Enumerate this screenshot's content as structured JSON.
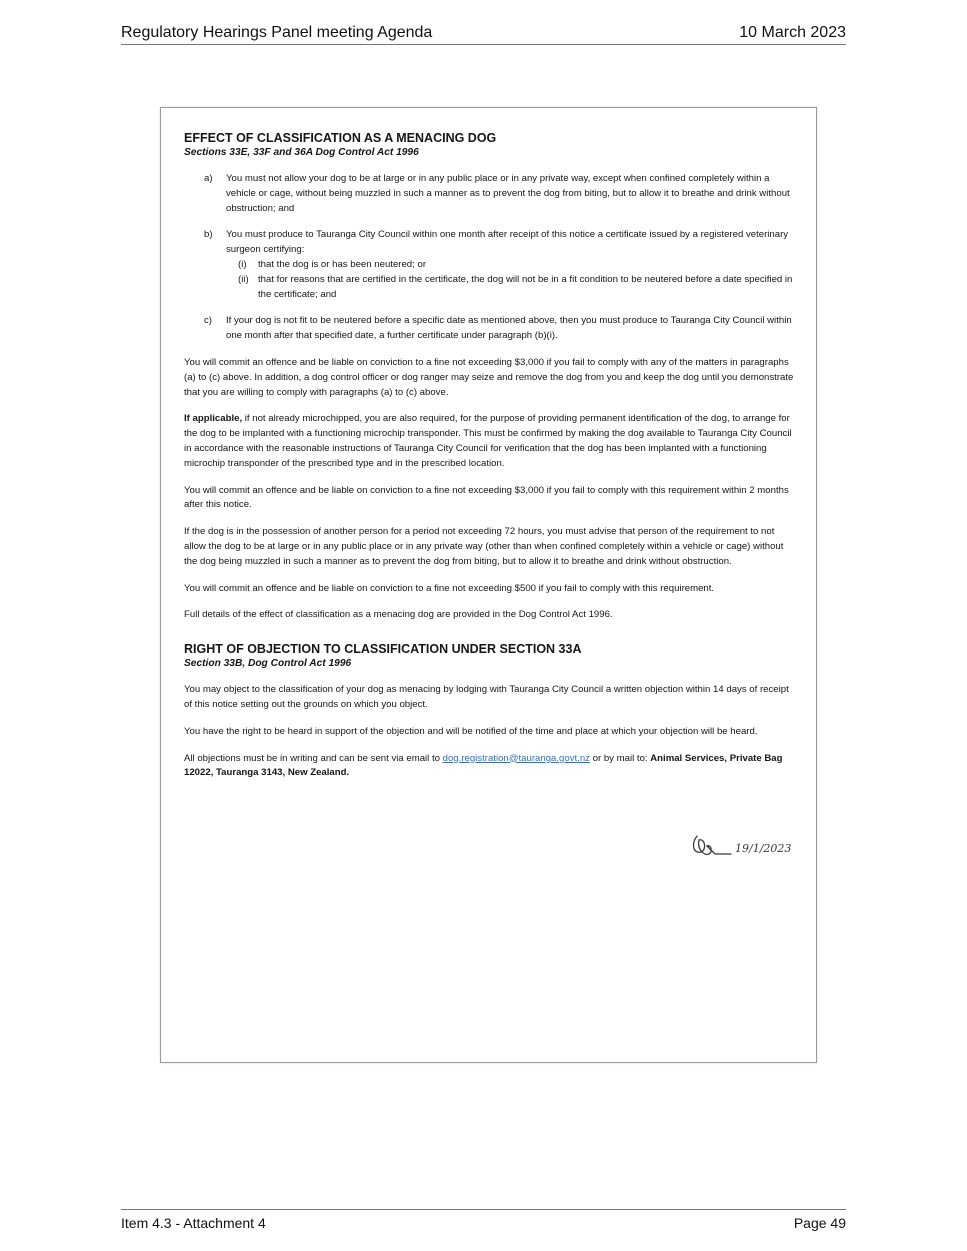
{
  "header": {
    "title": "Regulatory Hearings Panel meeting Agenda",
    "date": "10 March 2023"
  },
  "footer": {
    "item": "Item 4.3 - Attachment 4",
    "page": "Page 49"
  },
  "doc": {
    "section1": {
      "title": "EFFECT OF CLASSIFICATION AS A MENACING DOG",
      "subtitle": "Sections 33E, 33F and 36A Dog Control Act 1996",
      "items": [
        {
          "marker": "a)",
          "text": "You must not allow your dog to be at large or in any public place or in any private way, except when confined completely within a vehicle or cage, without being muzzled in such a manner as to prevent the dog from biting, but to allow it to breathe and drink without obstruction; and"
        },
        {
          "marker": "b)",
          "text": "You must produce to Tauranga City Council within one month after receipt of this notice a certificate issued by a registered veterinary surgeon certifying:"
        },
        {
          "marker": "c)",
          "text": "If your dog is not fit to be neutered before a specific date as mentioned above, then you must produce to Tauranga City Council within one month after that specified date, a further certificate under paragraph (b)(i)."
        }
      ],
      "subitems": [
        {
          "marker": "(i)",
          "text": "that the dog is or has been neutered; or"
        },
        {
          "marker": "(ii)",
          "text": "that for reasons that are certified in the certificate, the dog will not be in a fit condition to be neutered before a date specified in the certificate; and"
        }
      ],
      "p1": "You will commit an offence and be liable on conviction to a fine not exceeding $3,000 if you fail to comply with any of the matters in paragraphs (a) to (c) above. In addition, a dog control officer or dog ranger may seize and remove the dog from you and keep the dog until you demonstrate that you are willing to comply with paragraphs (a) to (c) above.",
      "p2_bold": "If applicable,",
      "p2": " if not already microchipped, you are also required, for the purpose of providing permanent identification of the dog, to arrange for the dog to be implanted with a functioning microchip transponder. This must be confirmed by making the dog available to Tauranga City Council in accordance with the reasonable instructions of Tauranga City Council for verification that the dog has been implanted with a functioning microchip transponder of the prescribed type and in the prescribed location.",
      "p3": "You will commit an offence and be liable on conviction to a fine not exceeding $3,000 if you fail to comply with this requirement within 2 months after this notice.",
      "p4": "If the dog is in the possession of another person for a period not exceeding 72 hours, you must advise that person of the requirement to not allow the dog to be at large or in any public place or in any private way (other than when confined completely within a vehicle or cage) without the dog being muzzled in such a manner as to prevent the dog from biting, but to allow it to breathe and drink without obstruction.",
      "p5": "You will commit an offence and be liable on conviction to a fine not exceeding $500 if you fail to comply with this requirement.",
      "p6": "Full details of the effect of classification as a menacing dog are provided in the Dog Control Act 1996."
    },
    "section2": {
      "title": "RIGHT OF OBJECTION TO CLASSIFICATION UNDER SECTION 33A",
      "subtitle": "Section 33B, Dog Control Act 1996",
      "p1": "You may object to the classification of your dog as menacing by lodging with Tauranga City Council a written objection within 14 days of receipt of this notice setting out the grounds on which you object.",
      "p2": "You have the right to be heard in support of the objection and will be notified of the time and place at which your objection will be heard.",
      "p3_pre": "All objections must be in writing and can be sent via email to ",
      "email": "dog.registration@tauranga.govt.nz",
      "p3_mid": " or by mail to: ",
      "address": "Animal Services, Private Bag 12022, Tauranga 3143, New Zealand",
      "p3_end": "."
    },
    "signature": {
      "date": "19/1/2023"
    }
  }
}
